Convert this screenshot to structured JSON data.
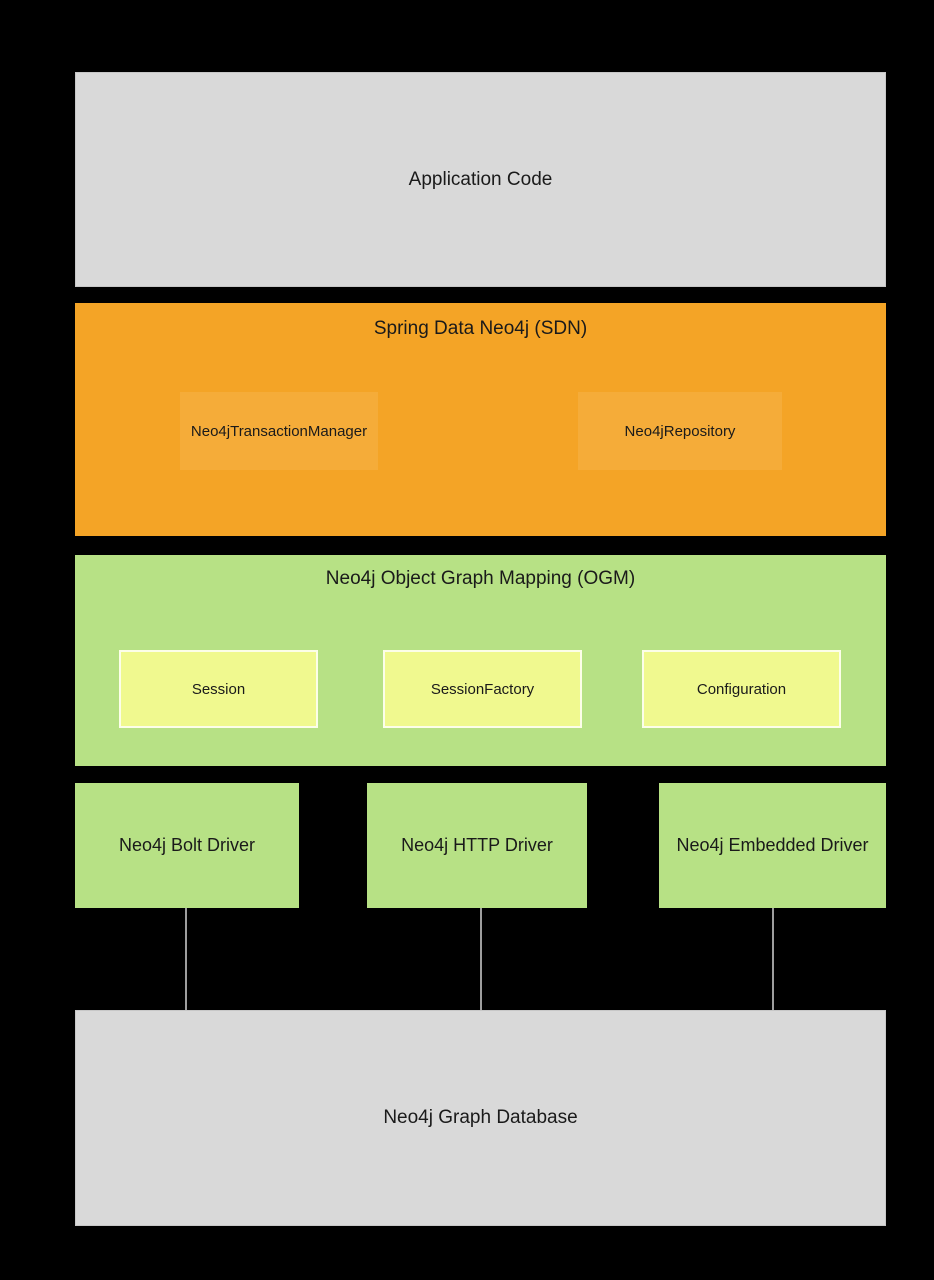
{
  "diagram": {
    "application": {
      "label": "Application Code"
    },
    "sdn": {
      "title": "Spring Data Neo4j (SDN)",
      "children": [
        {
          "label": "Neo4jTransactionManager"
        },
        {
          "label": "Neo4jRepository"
        }
      ]
    },
    "ogm": {
      "title": "Neo4j Object Graph Mapping (OGM)",
      "children": [
        {
          "label": "Session"
        },
        {
          "label": "SessionFactory"
        },
        {
          "label": "Configuration"
        }
      ]
    },
    "drivers": [
      {
        "label": "Neo4j Bolt Driver"
      },
      {
        "label": "Neo4j HTTP Driver"
      },
      {
        "label": "Neo4j Embedded Driver"
      }
    ],
    "database": {
      "label": "Neo4j Graph Database"
    }
  },
  "colors": {
    "bg": "#000000",
    "gray": "#d9d9d9",
    "orange": "#f4a426",
    "inner_overlay": "rgba(255,255,255,0.09)",
    "green": "#b7e185",
    "yellow": "#f0f98f",
    "text": "#1a1a1a",
    "connector": "#9e9e9e"
  }
}
